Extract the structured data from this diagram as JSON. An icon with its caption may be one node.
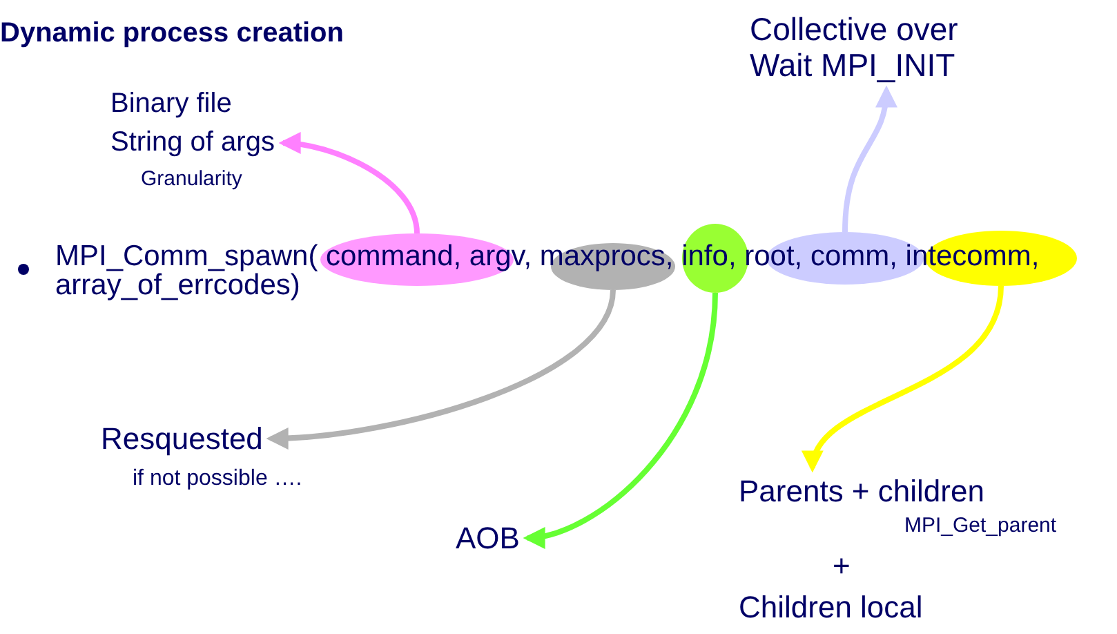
{
  "diagram": {
    "title": "Dynamic process creation",
    "nodes": [
      {
        "text": [
          "Binary file",
          "String of args",
          "Granularity"
        ]
      },
      {
        "text": [
          "Collective over Wait MPI_INIT"
        ]
      },
      {
        "text": [],
        "shape": "ellipse"
      },
      {
        "text": [],
        "shape": "ellipse"
      },
      {
        "text": [],
        "shape": "ellipse"
      },
      {
        "text": [],
        "shape": "ellipse"
      },
      {
        "text": [],
        "shape": "ellipse"
      },
      {
        "text": [
          "Resquested",
          "if not possible …."
        ]
      },
      {
        "text": [
          "AOB"
        ]
      },
      {
        "text": [
          "Parents + children",
          "MPI_Get_parent",
          "+",
          "Children local"
        ]
      }
    ],
    "edges": [
      {
        "from": 2,
        "to": 0,
        "arrow": "to",
        "color": "#ff80ff"
      },
      {
        "from": 5,
        "to": 1,
        "arrow": "to",
        "color": "#ccccff"
      },
      {
        "from": 3,
        "to": 7,
        "arrow": "to",
        "color": "#b2b2b2"
      },
      {
        "from": 4,
        "to": 8,
        "arrow": "to",
        "color": "#66ff33"
      },
      {
        "from": 6,
        "to": 9,
        "arrow": "to",
        "color": "#ffff00"
      }
    ],
    "labels": [
      "MPI_Comm_spawn( command, argv, maxprocs, info, root, comm, intecomm, array_of_errcodes)"
    ]
  }
}
